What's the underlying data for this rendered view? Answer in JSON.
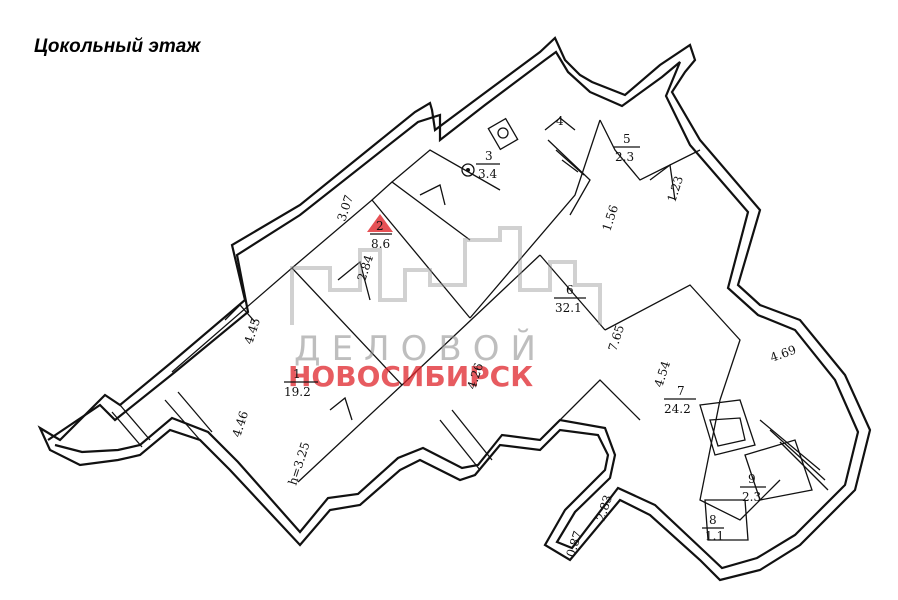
{
  "title": "Цокольный этаж",
  "watermark": {
    "line1": "ДЕЛОВОЙ",
    "line2": "НОВОСИБИРСК"
  },
  "rooms": [
    {
      "num": "1",
      "area": "19.2"
    },
    {
      "num": "2",
      "area": "8.6"
    },
    {
      "num": "3",
      "area": "3.4"
    },
    {
      "num": "4",
      "area": ""
    },
    {
      "num": "5",
      "area": "2.3"
    },
    {
      "num": "6",
      "area": "32.1"
    },
    {
      "num": "7",
      "area": "24.2"
    },
    {
      "num": "8",
      "area": "1.1"
    },
    {
      "num": "9",
      "area": "2.3"
    }
  ],
  "dimensions": {
    "d307": "3.07",
    "d284": "2.84",
    "d445": "4.45",
    "d446": "4.46",
    "d426": "4.26",
    "h": "h=3.25",
    "d156": "1.56",
    "d123": "1.23",
    "d765": "7.65",
    "d454": "4.54",
    "d469": "4.69",
    "d283": "2.83",
    "d087": "0.87"
  },
  "colors": {
    "wall": "#111111",
    "watermark_red": "#e0252b",
    "watermark_gray": "#8a8a8a"
  }
}
